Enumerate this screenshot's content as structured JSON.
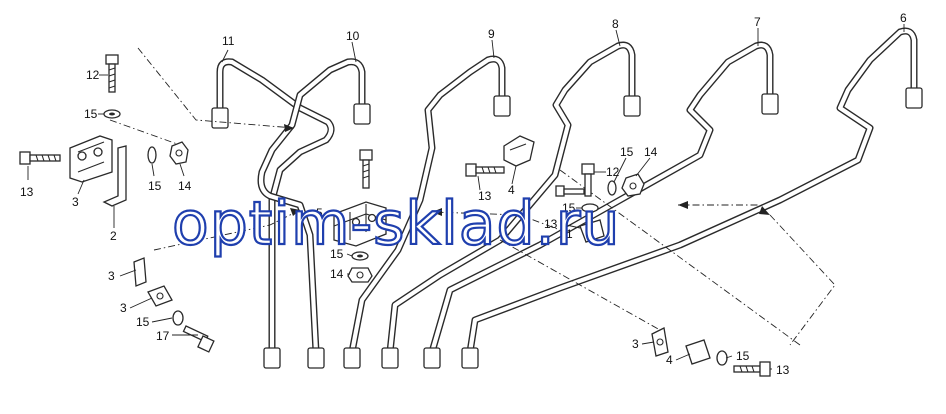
{
  "watermark": "optim-sklad.ru",
  "callouts": {
    "c1": "1",
    "c2": "2",
    "c3a": "3",
    "c3b": "3",
    "c3c": "3",
    "c3d": "3",
    "c4a": "4",
    "c4b": "4",
    "c5": "5",
    "c6": "6",
    "c7": "7",
    "c8": "8",
    "c9": "9",
    "c10": "10",
    "c11": "11",
    "c12a": "12",
    "c12b": "12",
    "c13a": "13",
    "c13b": "13",
    "c13c": "13",
    "c13d": "13",
    "c14a": "14",
    "c14b": "14",
    "c14c": "14",
    "c15a": "15",
    "c15b": "15",
    "c15c": "15",
    "c15d": "15",
    "c15e": "15",
    "c15f": "15",
    "c17": "17"
  },
  "colors": {
    "line": "#2a2a2a",
    "background": "#ffffff",
    "watermark_outline": "#1f3fae"
  }
}
